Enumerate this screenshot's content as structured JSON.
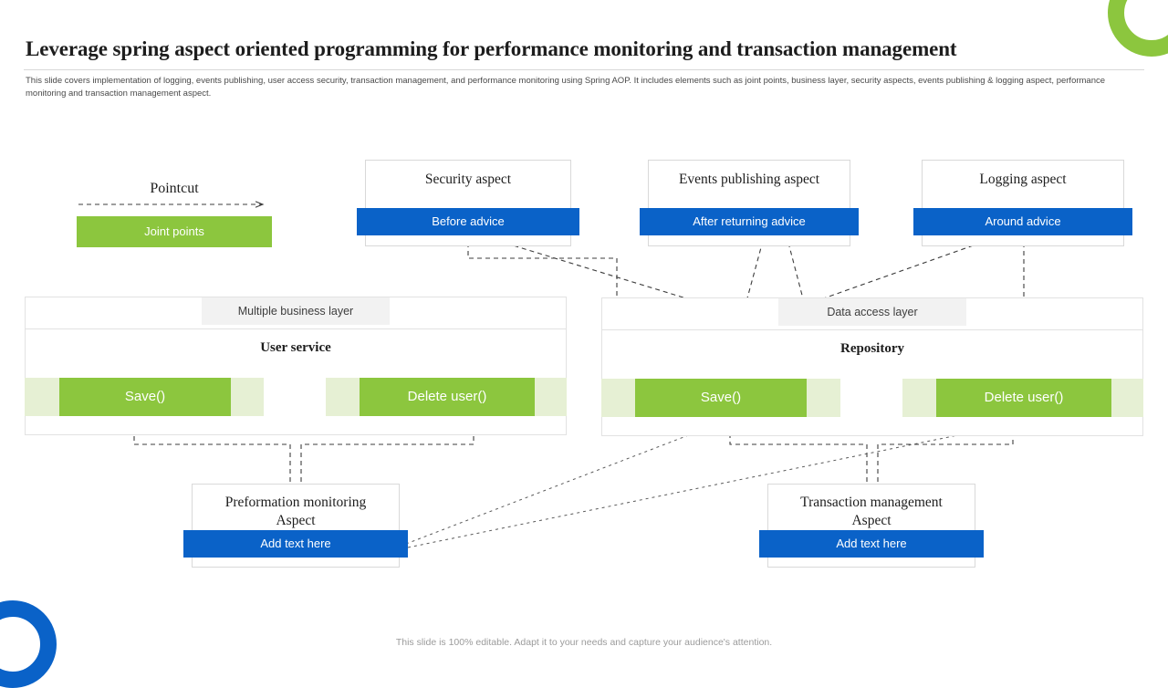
{
  "slide": {
    "title": "Leverage spring aspect oriented programming for performance monitoring and transaction management",
    "subtitle": "This slide covers implementation of logging, events publishing, user access security, transaction management, and performance monitoring using Spring AOP. It includes elements such as joint points, business layer, security aspects, events publishing  & logging aspect, performance monitoring and transaction management aspect.",
    "footer": "This slide is 100% editable. Adapt it to your needs and capture your audience's attention."
  },
  "colors": {
    "green": "#8CC63E",
    "green_pale": "#E6F0D4",
    "blue": "#0A62C8",
    "tab_grey": "#f2f2f2",
    "text_dark": "#1d1d1d",
    "text_muted": "#9b9b9b"
  },
  "pointcut": {
    "label": "Pointcut",
    "joint_points_label": "Joint points"
  },
  "aspects_top": [
    {
      "title": "Security aspect",
      "advice": "Before advice"
    },
    {
      "title": "Events publishing aspect",
      "advice": "After returning  advice"
    },
    {
      "title": "Logging aspect",
      "advice": "Around advice"
    }
  ],
  "layers": [
    {
      "tab": "Multiple business layer",
      "heading": "User service",
      "methods": [
        "Save()",
        "Delete user()"
      ]
    },
    {
      "tab": "Data access layer",
      "heading": "Repository",
      "methods": [
        "Save()",
        "Delete user()"
      ]
    }
  ],
  "aspects_bottom": [
    {
      "title_line1": "Preformation monitoring",
      "title_line2": "Aspect",
      "advice": "Add text here"
    },
    {
      "title_line1": "Transaction management",
      "title_line2": "Aspect",
      "advice": "Add text here"
    }
  ]
}
